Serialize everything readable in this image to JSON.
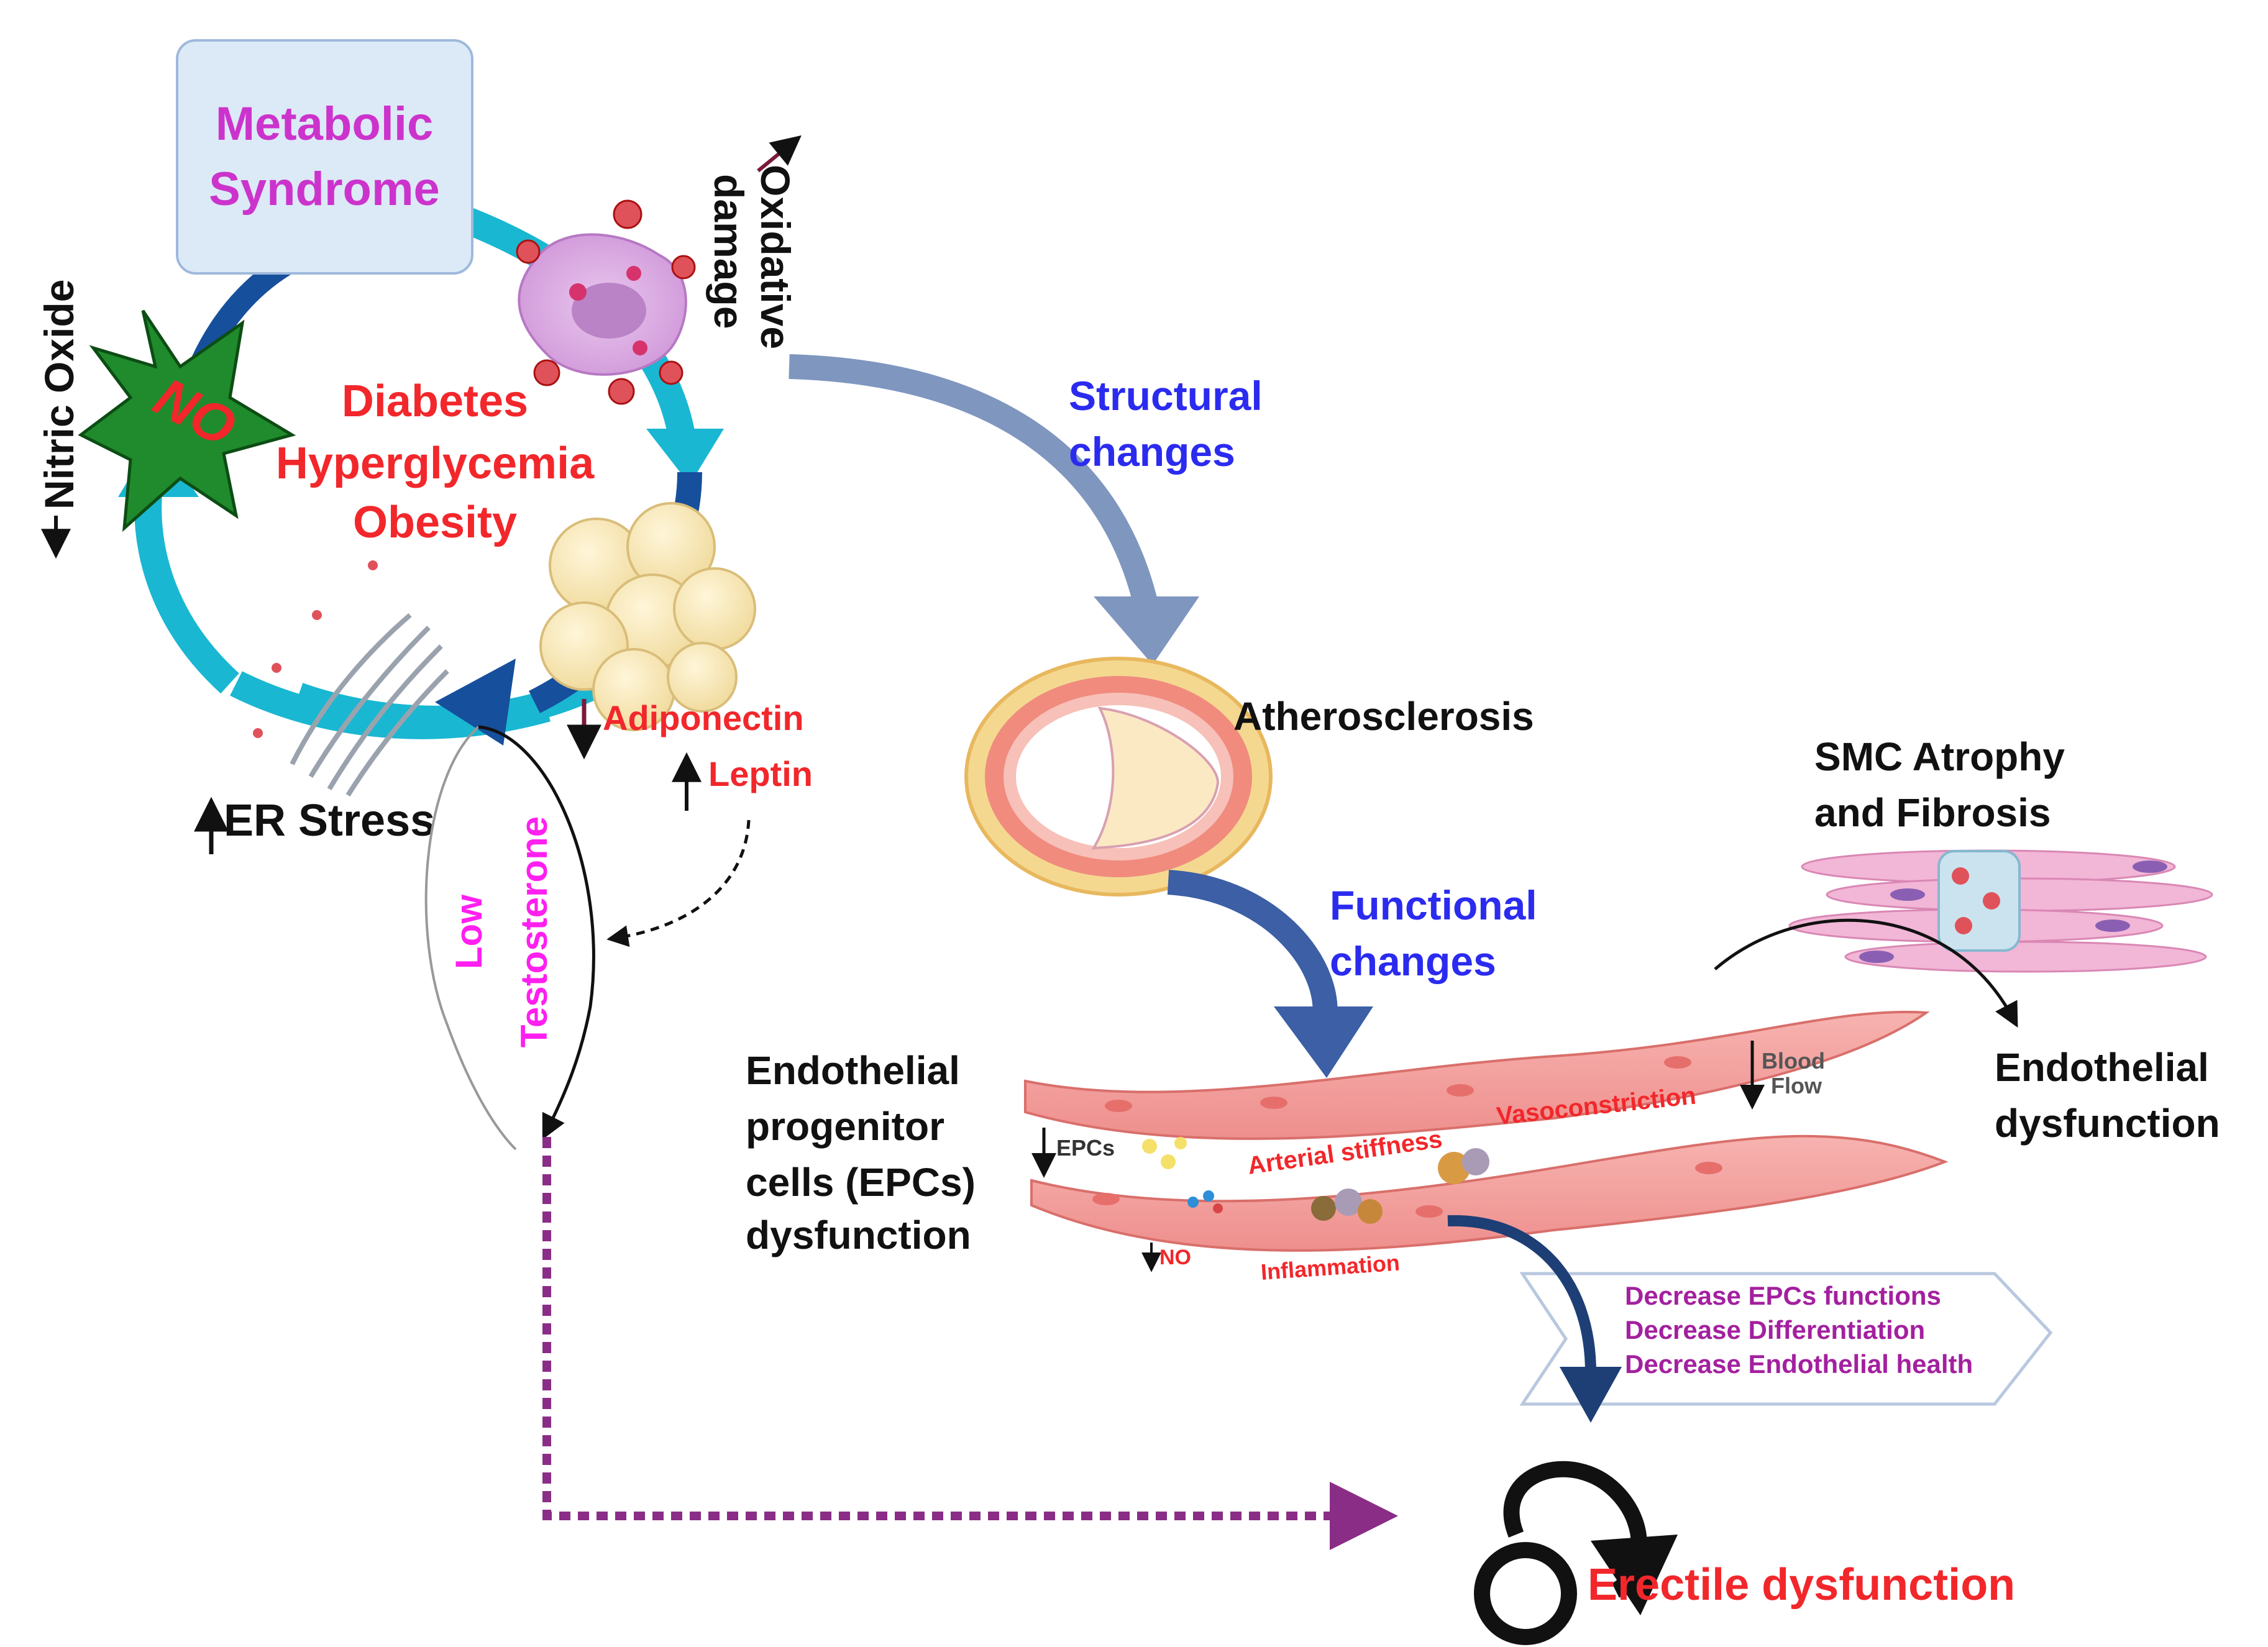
{
  "colors": {
    "red": "#f2272b",
    "magenta": "#cc33cc",
    "pink_magenta": "#ff1ff0",
    "blue": "#2b2bf0",
    "purple_text": "#a3209f",
    "black": "#111111",
    "cycle_light": "#19b7d2",
    "cycle_dark": "#164f9c",
    "purple_arrow": "#8a2d86",
    "dark_red_arrow": "#7a1a3c"
  },
  "cycle": {
    "metabolic_syndrome": [
      "Metabolic",
      "Syndrome"
    ],
    "conditions": [
      "Diabetes",
      "Hyperglycemia",
      "Obesity"
    ],
    "no_star_label": "NO",
    "nitric_oxide_label": "Nitric Oxide",
    "oxidative_damage_label": [
      "Oxidative",
      "damage"
    ],
    "er_stress_label": "ER Stress",
    "adiponectin_label": "Adiponectin",
    "leptin_label": "Leptin",
    "low_testosterone_label": [
      "Low",
      "Testosterone"
    ]
  },
  "structural_changes_label": [
    "Structural",
    "changes"
  ],
  "atherosclerosis_label": "Atherosclerosis",
  "functional_changes_label": [
    "Functional",
    "changes"
  ],
  "smc_label": [
    "SMC Atrophy",
    "and Fibrosis"
  ],
  "endothelial_dysfunction_label": [
    "Endothelial",
    "dysfunction"
  ],
  "epc_dysfunction_label": [
    "Endothelial",
    "progenitor",
    "cells (EPCs)",
    "dysfunction"
  ],
  "vessel": {
    "epcs_label": "EPCs",
    "arterial_stiffness_label": "Arterial stiffness",
    "vasoconstriction_label": "Vasoconstriction",
    "blood_flow_label": [
      "Blood",
      "Flow"
    ],
    "no_label": "NO",
    "inflammation_label": "Inflammation"
  },
  "epc_effects_box": [
    "Decrease EPCs functions",
    "Decrease  Differentiation",
    "Decrease Endothelial health"
  ],
  "erectile_dysfunction_label": "Erectile dysfunction"
}
